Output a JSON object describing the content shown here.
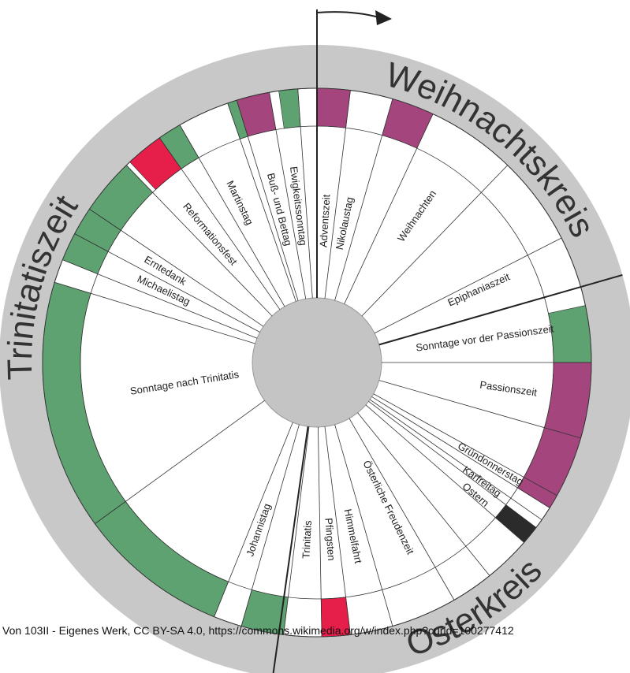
{
  "colors": {
    "outer_ring": "#c8c8c8",
    "outline": "#333333",
    "hub": "#c4c4c4",
    "green": "#5ea271",
    "purple": "#a5457e",
    "red": "#e51e4a",
    "black": "#2b2b2b",
    "white": "#ffffff"
  },
  "ring_labels": {
    "weihnachtskreis": "Weihnachtskreis",
    "osterkreis": "Osterkreis",
    "trinitatiszeit": "Trinitatiszeit"
  },
  "segment_labels": {
    "adventszeit": "Adventszeit",
    "nikolaustag": "Nikolaustag",
    "weihnachten": "Weihnachten",
    "epiphaniaszeit": "Epiphaniaszeit",
    "sonntage_vor_passionszeit": "Sonntage vor der Passionszeit",
    "passionszeit": "Passionszeit",
    "gruendonnerstag": "Gründonnerstag",
    "karfreitag": "Karfreitag",
    "ostern": "Ostern",
    "oesterliche_freudenzeit": "Österliche Freudenzeit",
    "himmelfahrt": "Himmelfahrt",
    "pfingsten": "Pfingsten",
    "trinitatis": "Trinitatis",
    "johannistag": "Johannistag",
    "sonntage_nach_trinitatis": "Sonntage nach Trinitatis",
    "michaelistag": "Michaelistag",
    "erntedank": "Erntedank",
    "reformationsfest": "Reformationsfest",
    "martinstag": "Martinstag",
    "buss_und_bettag": "Buß- und Bettag",
    "ewigkeitssonntag": "Ewigkeitssonntag"
  },
  "credit": "Von 103II - Eigenes Werk, CC BY-SA 4.0, https://commons.wikimedia.org/w/index.php?curid=100277412"
}
